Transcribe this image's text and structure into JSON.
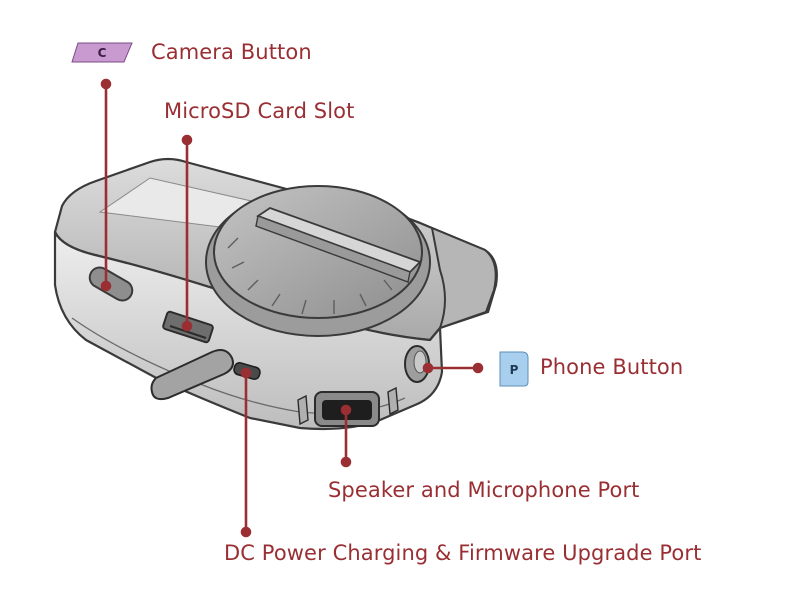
{
  "callouts": {
    "camera_button": {
      "badge": "C",
      "label": "Camera Button"
    },
    "microsd_slot": {
      "label": "MicroSD Card Slot"
    },
    "phone_button": {
      "badge": "P",
      "label": "Phone Button"
    },
    "speaker_mic_port": {
      "label": "Speaker and Microphone Port"
    },
    "dc_power_port": {
      "label": "DC Power Charging & Firmware Upgrade Port"
    }
  },
  "colors": {
    "callout_line": "#9a2f33",
    "label_text": "#9a2f33",
    "camera_badge_fill": "#c89ad0",
    "phone_badge_fill": "#a9cfee",
    "device_body": "#c9c9c9",
    "device_outline": "#3a3a3a"
  }
}
